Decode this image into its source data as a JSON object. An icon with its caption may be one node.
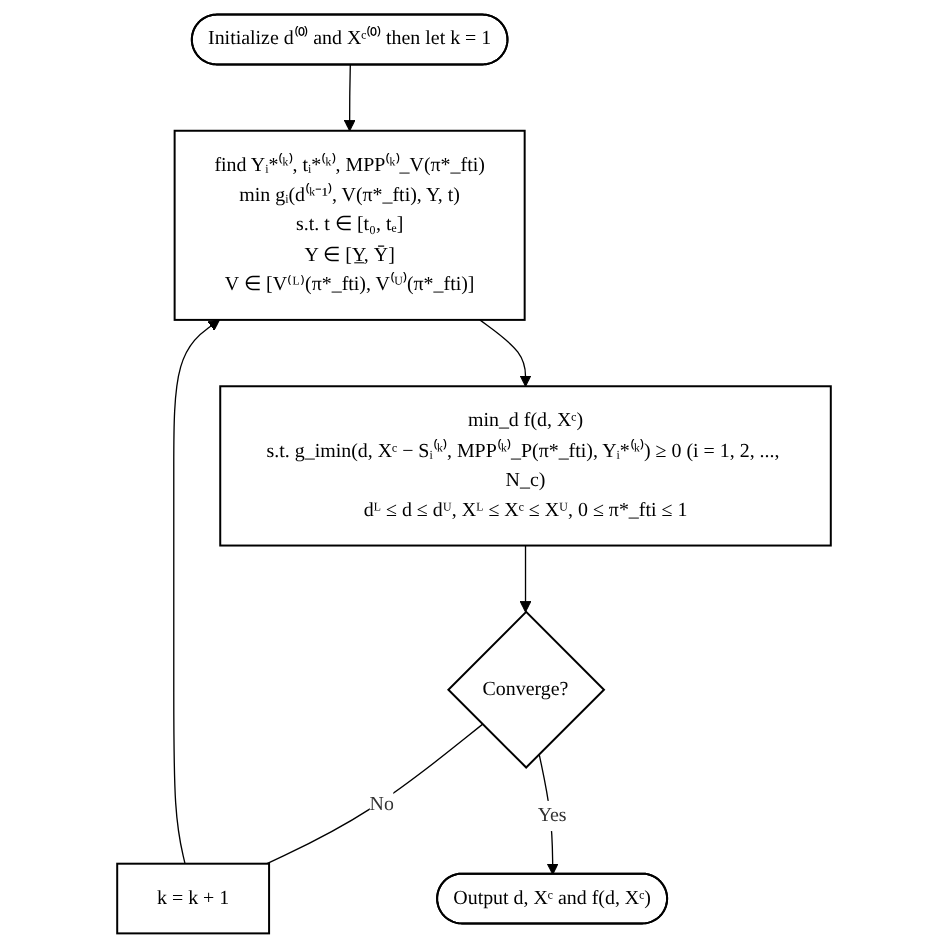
{
  "diagram": {
    "nodes": [
      {
        "text": [
          "Initialize d⁽⁰⁾ and Xᶜ⁽⁰⁾ then let k = 1"
        ]
      },
      {
        "text": [
          "find Yᵢ*⁽ᵏ⁾, tᵢ*⁽ᵏ⁾, MPP⁽ᵏ⁾_V(π*_fti)",
          "min gᵢ(d⁽ᵏ⁻¹⁾, V(π*_fti), Y, t)",
          "s.t. t ∈ [t₀, tₑ]",
          "Y ∈ [Y̲, Ȳ]",
          "V ∈ [V⁽ᴸ⁾(π*_fti), V⁽ᵁ⁾(π*_fti)]"
        ]
      },
      {
        "text": [
          "min_d f(d, Xᶜ)",
          "s.t. g_imin(d, Xᶜ − Sᵢ⁽ᵏ⁾, MPP⁽ᵏ⁾_P(π*_fti), Yᵢ*⁽ᵏ⁾) ≥ 0 (i = 1, 2, ..., N_c)",
          "dᴸ ≤ d ≤ dᵁ, Xᴸ ≤ Xᶜ ≤ Xᵁ, 0 ≤ π*_fti ≤ 1"
        ]
      },
      {
        "text": [
          "Converge?"
        ]
      },
      {
        "text": [
          "k = k + 1"
        ]
      },
      {
        "text": [
          "Output d, Xᶜ and f(d, Xᶜ)"
        ]
      }
    ],
    "edges": [
      {
        "from": 0,
        "to": 1,
        "arrow": "to"
      },
      {
        "from": 1,
        "to": 2,
        "arrow": "to"
      },
      {
        "from": 2,
        "to": 3,
        "arrow": "to"
      },
      {
        "from": 3,
        "to": 4,
        "arrow": "none",
        "label": "No"
      },
      {
        "from": 4,
        "to": 1,
        "arrow": "to"
      },
      {
        "from": 3,
        "to": 5,
        "arrow": "to",
        "label": "Yes"
      }
    ]
  }
}
